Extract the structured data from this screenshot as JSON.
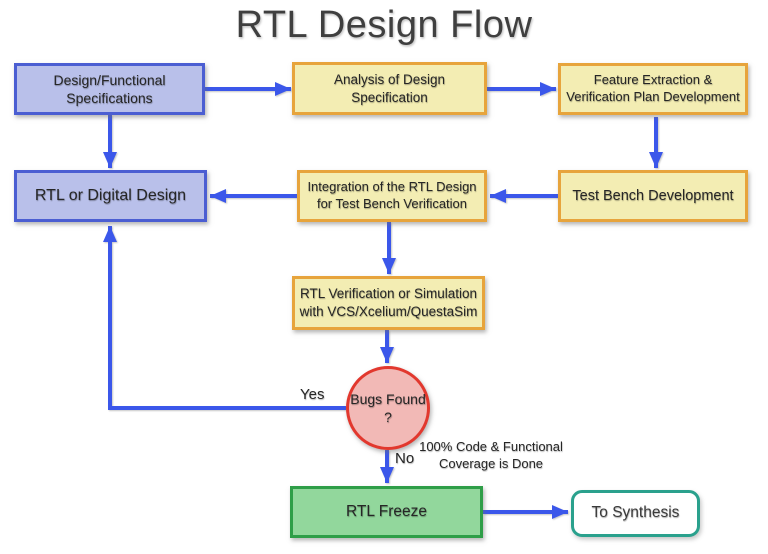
{
  "title": "RTL Design Flow",
  "colors": {
    "arrow_color": "#3b57ea",
    "blue_fill": "#b9c0ea",
    "blue_border": "#4b5ed2",
    "yellow_fill": "#f3edb3",
    "yellow_border": "#e7a43c",
    "green_fill": "#92d79c",
    "green_border": "#2f9e48",
    "pink_fill": "#f2b9b6",
    "pink_border": "#e2382e",
    "teal_border": "#2aa18d",
    "node_text": "#262626",
    "title_text": "#3f3f3f"
  },
  "nodes": {
    "design_spec": {
      "label": "Design/Functional\nSpecifications"
    },
    "analysis": {
      "label": "Analysis of Design\nSpecification"
    },
    "feature": {
      "label": "Feature Extraction &\nVerification Plan Development"
    },
    "rtl_design": {
      "label": "RTL or Digital Design"
    },
    "integration": {
      "label": "Integration of the RTL Design\nfor Test Bench Verification"
    },
    "test_bench": {
      "label": "Test Bench Development"
    },
    "rtl_verification": {
      "label": "RTL Verification or Simulation\nwith VCS/Xcelium/QuestaSim"
    },
    "bugs_found": {
      "label": "Bugs Found ?"
    },
    "rtl_freeze": {
      "label": "RTL Freeze"
    },
    "to_synthesis": {
      "label": "To Synthesis"
    }
  },
  "edge_labels": {
    "yes": "Yes",
    "no": "No",
    "coverage_note": "100% Code & Functional\nCoverage is Done"
  }
}
